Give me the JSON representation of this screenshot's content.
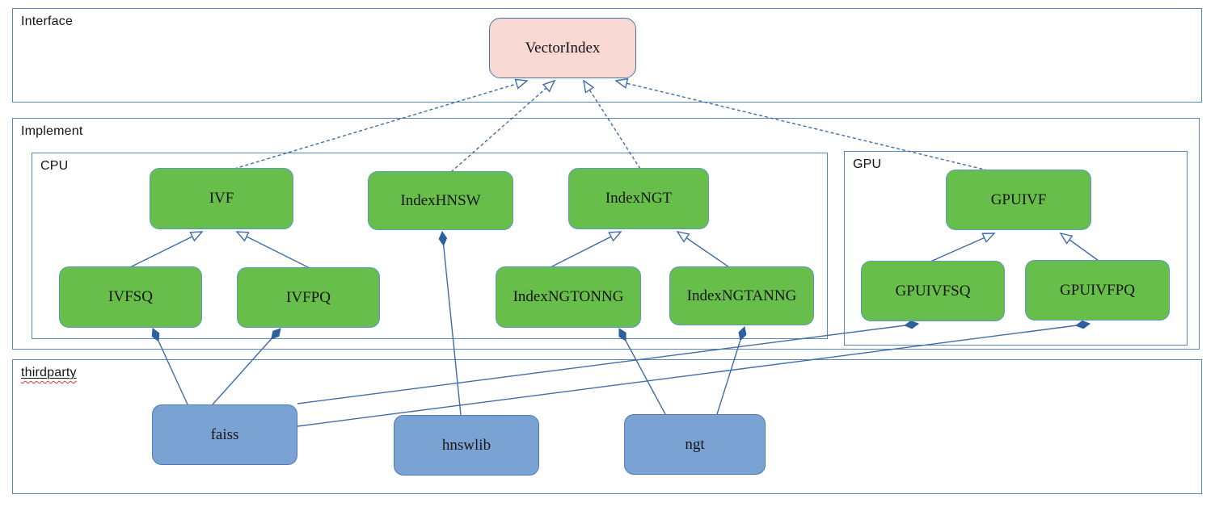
{
  "diagram": {
    "containers": {
      "interface": {
        "label": "Interface"
      },
      "implement": {
        "label": "Implement"
      },
      "cpu": {
        "label": "CPU"
      },
      "gpu": {
        "label": "GPU"
      },
      "thirdparty": {
        "label": "thirdparty"
      }
    },
    "nodes": {
      "vectorindex": {
        "label": "VectorIndex"
      },
      "ivf": {
        "label": "IVF"
      },
      "indexhnsw": {
        "label": "IndexHNSW"
      },
      "indexngt": {
        "label": "IndexNGT"
      },
      "ivfsq": {
        "label": "IVFSQ"
      },
      "ivfpq": {
        "label": "IVFPQ"
      },
      "indexngtonng": {
        "label": "IndexNGTONNG"
      },
      "indexngtanng": {
        "label": "IndexNGTANNG"
      },
      "gpuivf": {
        "label": "GPUIVF"
      },
      "gpuivfsq": {
        "label": "GPUIVFSQ"
      },
      "gpuivfpq": {
        "label": "GPUIVFPQ"
      },
      "faiss": {
        "label": "faiss"
      },
      "hnswlib": {
        "label": "hnswlib"
      },
      "ngt": {
        "label": "ngt"
      }
    },
    "relations": [
      {
        "from": "IVF",
        "to": "VectorIndex",
        "type": "realization"
      },
      {
        "from": "IndexHNSW",
        "to": "VectorIndex",
        "type": "realization"
      },
      {
        "from": "IndexNGT",
        "to": "VectorIndex",
        "type": "realization"
      },
      {
        "from": "GPUIVF",
        "to": "VectorIndex",
        "type": "realization"
      },
      {
        "from": "IVFSQ",
        "to": "IVF",
        "type": "generalization"
      },
      {
        "from": "IVFPQ",
        "to": "IVF",
        "type": "generalization"
      },
      {
        "from": "IndexNGTONNG",
        "to": "IndexNGT",
        "type": "generalization"
      },
      {
        "from": "IndexNGTANNG",
        "to": "IndexNGT",
        "type": "generalization"
      },
      {
        "from": "GPUIVFSQ",
        "to": "GPUIVF",
        "type": "generalization"
      },
      {
        "from": "GPUIVFPQ",
        "to": "GPUIVF",
        "type": "generalization"
      },
      {
        "from": "faiss",
        "to": "IVFSQ",
        "type": "composition"
      },
      {
        "from": "faiss",
        "to": "IVFPQ",
        "type": "composition"
      },
      {
        "from": "faiss",
        "to": "GPUIVFSQ",
        "type": "composition"
      },
      {
        "from": "faiss",
        "to": "GPUIVFPQ",
        "type": "composition"
      },
      {
        "from": "hnswlib",
        "to": "IndexHNSW",
        "type": "composition"
      },
      {
        "from": "ngt",
        "to": "IndexNGTONNG",
        "type": "composition"
      },
      {
        "from": "ngt",
        "to": "IndexNGTANNG",
        "type": "composition"
      }
    ],
    "colors": {
      "interface_node_fill": "#f8d8d3",
      "implement_node_fill": "#68be4a",
      "thirdparty_node_fill": "#7aa3d4",
      "container_border": "#5b87b8",
      "node_border": "#4f7cb4",
      "connector": "#3f6ca6",
      "spellcheck_underline": "#d23b2e",
      "text": "#151515"
    }
  }
}
